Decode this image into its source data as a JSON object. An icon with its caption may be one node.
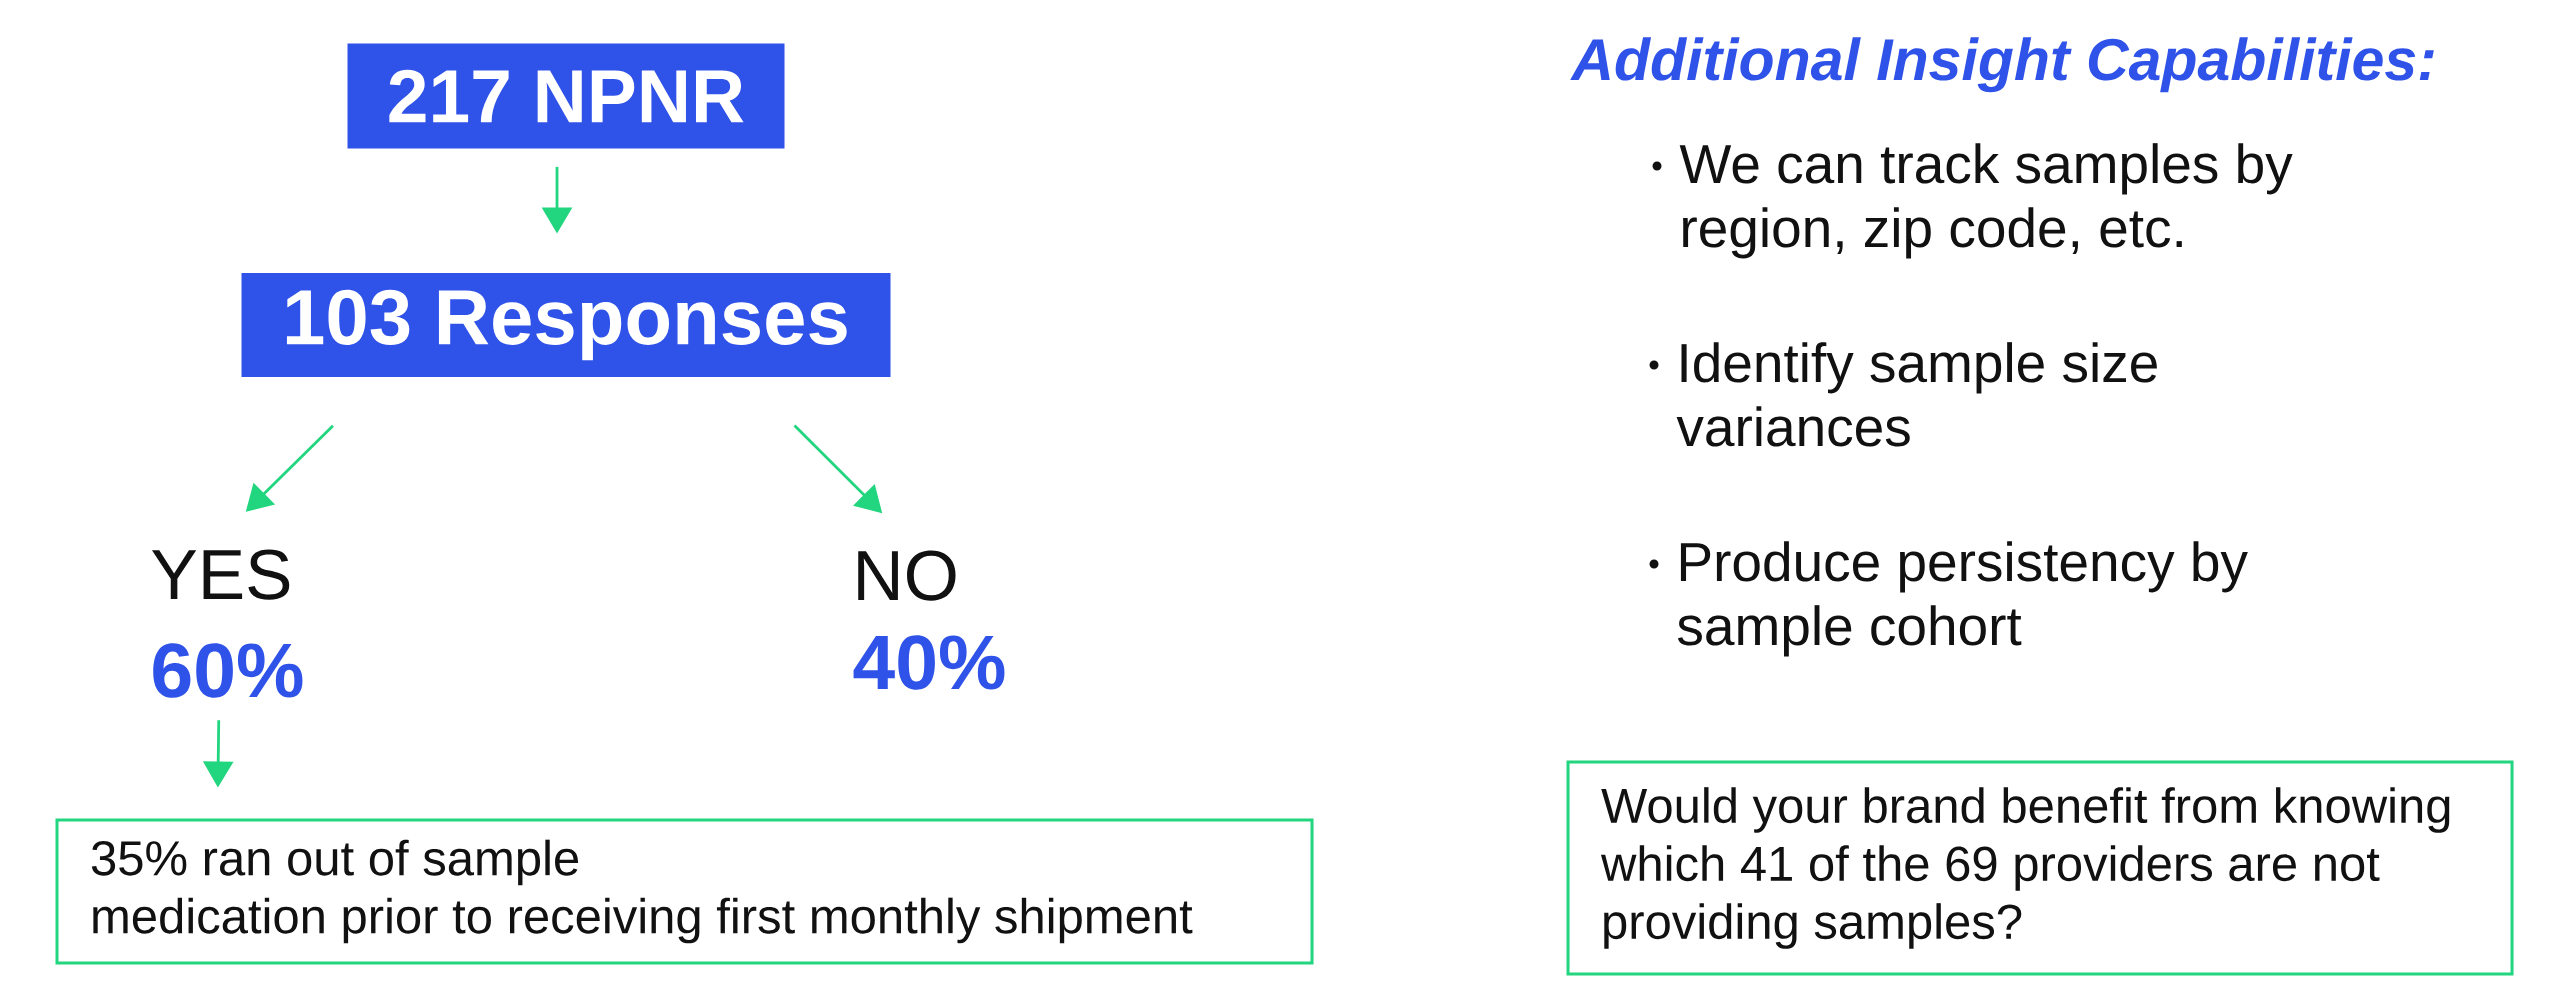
{
  "diagram": {
    "title": "Additional Insight Capabilities:",
    "nodes": [
      {
        "text": [
          "217 NPNR"
        ]
      },
      {
        "text": [
          "103 Responses"
        ]
      },
      {
        "text": [
          "YES",
          "60%"
        ]
      },
      {
        "text": [
          "NO",
          "40%"
        ]
      },
      {
        "text": [
          "35% ran out of sample medication prior to receiving first monthly shipment"
        ]
      },
      {
        "text": [
          "Would your brand benefit from knowing which 41 of the 69 providers are not providing samples?"
        ]
      }
    ],
    "edges": [
      {
        "from": 0,
        "to": 1,
        "arrow": "to"
      },
      {
        "from": 1,
        "to": 2,
        "arrow": "to"
      },
      {
        "from": 1,
        "to": 3,
        "arrow": "to"
      },
      {
        "from": 2,
        "to": 4,
        "arrow": "to"
      }
    ],
    "labels": [
      "We can track samples by region, zip code, etc.",
      "Identify sample size variances",
      "Produce persistency by sample cohort"
    ]
  }
}
